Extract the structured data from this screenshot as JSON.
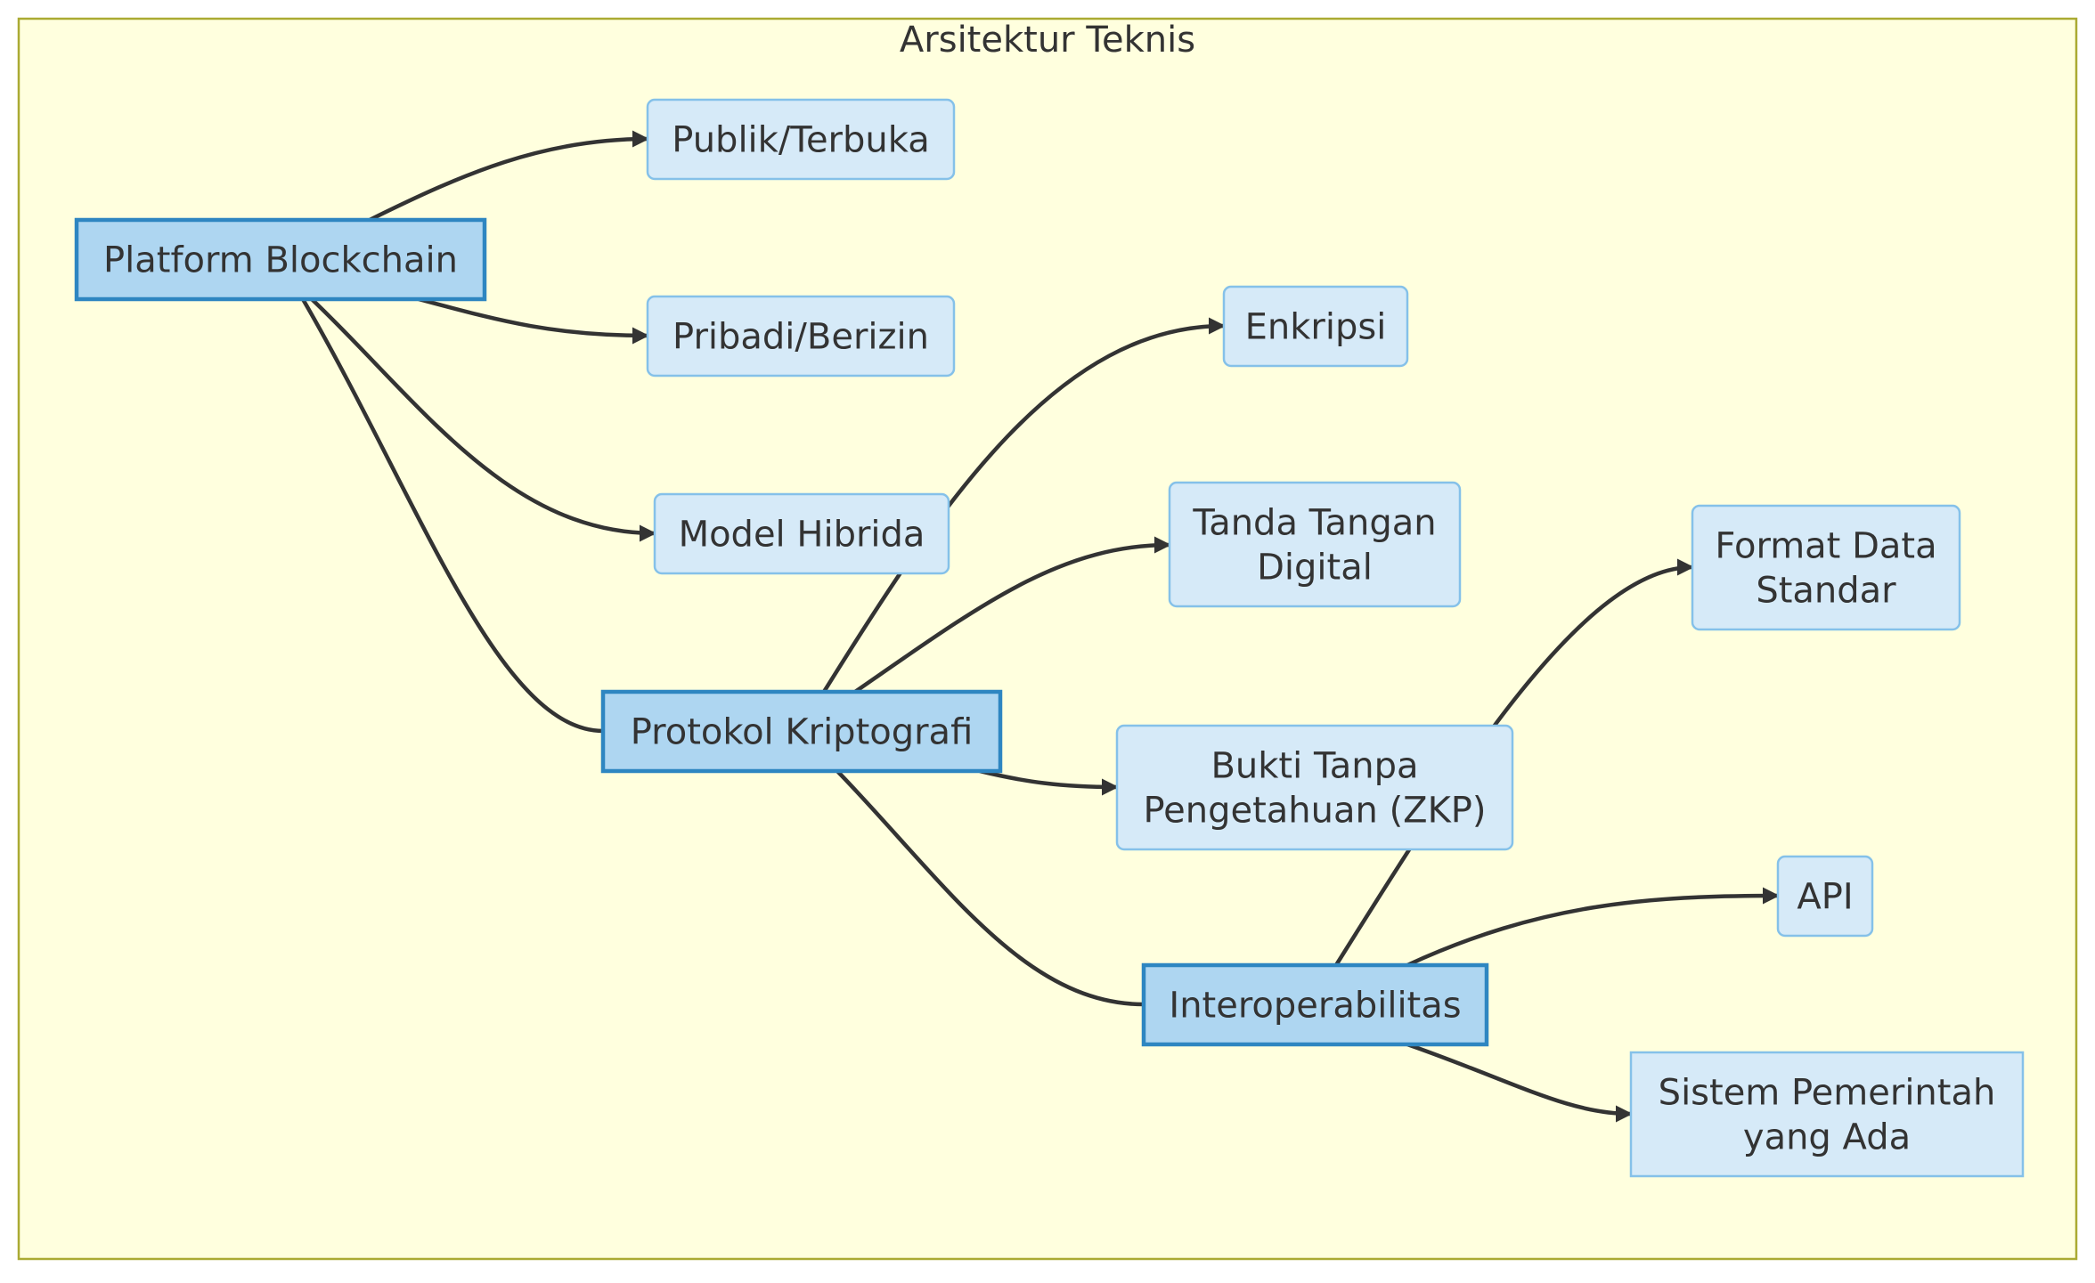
{
  "diagram": {
    "title": "Arsitektur Teknis",
    "colors": {
      "background": "#ffffff",
      "cluster_fill": "#ffffde",
      "cluster_border": "#aaaa33",
      "primary_fill": "#aed6f1",
      "primary_border": "#2e86c1",
      "secondary_fill": "#d6eaf8",
      "secondary_border": "#85c1e9",
      "edge": "#333333",
      "text": "#333333"
    },
    "nodes": {
      "platform": {
        "lines": [
          "Platform Blockchain"
        ],
        "kind": "primary"
      },
      "publik": {
        "lines": [
          "Publik/Terbuka"
        ],
        "kind": "secondary"
      },
      "pribadi": {
        "lines": [
          "Pribadi/Berizin"
        ],
        "kind": "secondary"
      },
      "hibrida": {
        "lines": [
          "Model Hibrida"
        ],
        "kind": "secondary"
      },
      "protokol": {
        "lines": [
          "Protokol Kriptografi"
        ],
        "kind": "primary"
      },
      "enkripsi": {
        "lines": [
          "Enkripsi"
        ],
        "kind": "secondary"
      },
      "tanda": {
        "lines": [
          "Tanda Tangan",
          "Digital"
        ],
        "kind": "secondary"
      },
      "zkp": {
        "lines": [
          "Bukti Tanpa",
          "Pengetahuan (ZKP)"
        ],
        "kind": "secondary"
      },
      "interop": {
        "lines": [
          "Interoperabilitas"
        ],
        "kind": "primary"
      },
      "format": {
        "lines": [
          "Format Data",
          "Standar"
        ],
        "kind": "secondary"
      },
      "api": {
        "lines": [
          "API"
        ],
        "kind": "secondary"
      },
      "sistem": {
        "lines": [
          "Sistem Pemerintah",
          "yang Ada"
        ],
        "kind": "secondary-square"
      }
    },
    "edges": [
      {
        "from": "platform",
        "to": "publik",
        "arrow": true
      },
      {
        "from": "platform",
        "to": "pribadi",
        "arrow": true
      },
      {
        "from": "platform",
        "to": "hibrida",
        "arrow": true
      },
      {
        "from": "platform",
        "to": "protokol",
        "arrow": false
      },
      {
        "from": "protokol",
        "to": "enkripsi",
        "arrow": true
      },
      {
        "from": "protokol",
        "to": "tanda",
        "arrow": true
      },
      {
        "from": "protokol",
        "to": "zkp",
        "arrow": true
      },
      {
        "from": "protokol",
        "to": "interop",
        "arrow": false
      },
      {
        "from": "interop",
        "to": "format",
        "arrow": true
      },
      {
        "from": "interop",
        "to": "api",
        "arrow": true
      },
      {
        "from": "interop",
        "to": "sistem",
        "arrow": true
      }
    ]
  }
}
